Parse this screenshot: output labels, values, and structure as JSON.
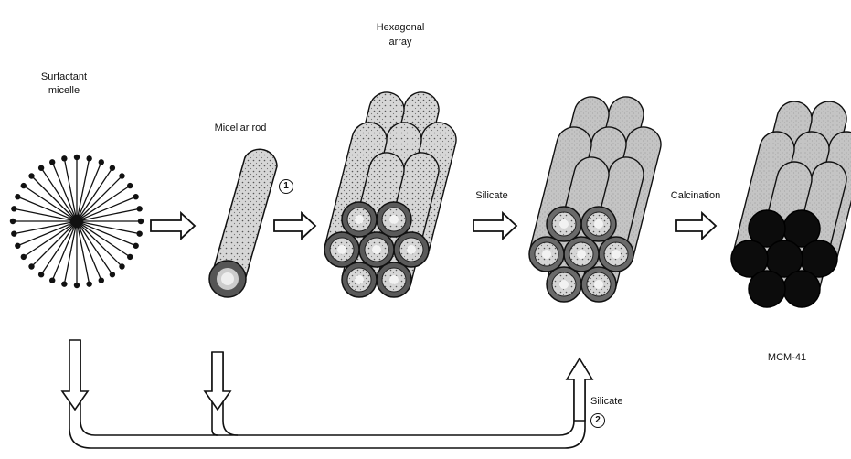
{
  "labels": {
    "surfactant_micelle_line1": "Surfactant",
    "surfactant_micelle_line2": "micelle",
    "micellar_rod": "Micellar rod",
    "hexagonal_array_line1": "Hexagonal",
    "hexagonal_array_line2": "array",
    "silicate_top": "Silicate",
    "calcination": "Calcination",
    "mcm41": "MCM-41",
    "silicate_bottom": "Silicate"
  },
  "route_markers": {
    "route_1": "1",
    "route_2": "2"
  },
  "colors": {
    "ink": "#111111",
    "rod_fill": "#c9c9c9",
    "silica_shell": "#8a8a8a",
    "calcined_pore": "#0c0c0c",
    "background": "#ffffff"
  }
}
